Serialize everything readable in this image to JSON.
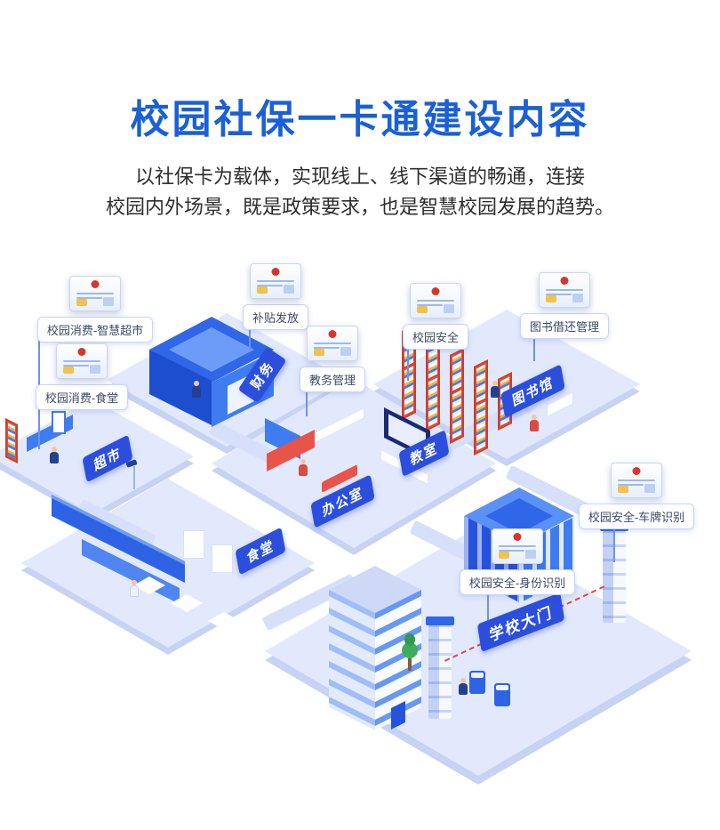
{
  "page": {
    "title": "校园社保一卡通建设内容",
    "subtitle_line1": "以社保卡为载体，实现线上、线下渠道的畅通，连接",
    "subtitle_line2": "校园内外场景，既是政策要求，也是智慧校园发展的趋势。"
  },
  "callouts": [
    {
      "id": "smart-supermarket",
      "label": "校园消费-智慧超市"
    },
    {
      "id": "canteen-consumption",
      "label": "校园消费-食堂"
    },
    {
      "id": "subsidy-distribution",
      "label": "补贴发放"
    },
    {
      "id": "academic-management",
      "label": "教务管理"
    },
    {
      "id": "campus-security",
      "label": "校园安全"
    },
    {
      "id": "library-borrowing",
      "label": "图书借还管理"
    },
    {
      "id": "license-plate-recognition",
      "label": "校园安全-车牌识别"
    },
    {
      "id": "identity-recognition",
      "label": "校园安全-身份识别"
    }
  ],
  "location_tags": [
    {
      "id": "finance",
      "label": "财务"
    },
    {
      "id": "supermarket",
      "label": "超市"
    },
    {
      "id": "office",
      "label": "办公室"
    },
    {
      "id": "classroom",
      "label": "教室"
    },
    {
      "id": "library",
      "label": "图书馆"
    },
    {
      "id": "canteen",
      "label": "食堂"
    },
    {
      "id": "school-gate",
      "label": "学校大门"
    }
  ],
  "colors": {
    "title_blue": "#1B60D4",
    "tag_blue": "#2B4EDC",
    "building_blue": "#2F67E8",
    "accent_red": "#E8544A",
    "platform": "#E3E9FC"
  }
}
